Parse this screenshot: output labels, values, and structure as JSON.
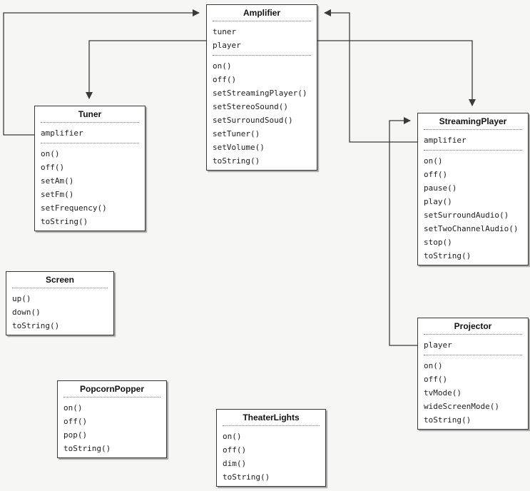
{
  "diagram": {
    "classes": [
      {
        "id": "amplifier",
        "name": "Amplifier",
        "attributes": [
          "tuner",
          "player"
        ],
        "methods": [
          "on()",
          "off()",
          "setStreamingPlayer()",
          "setStereoSound()",
          "setSurroundSoud()",
          "setTuner()",
          "setVolume()",
          "toString()"
        ]
      },
      {
        "id": "tuner",
        "name": "Tuner",
        "attributes": [
          "amplifier"
        ],
        "methods": [
          "on()",
          "off()",
          "setAm()",
          "setFm()",
          "setFrequency()",
          "toString()"
        ]
      },
      {
        "id": "streamingplayer",
        "name": "StreamingPlayer",
        "attributes": [
          "amplifier"
        ],
        "methods": [
          "on()",
          "off()",
          "pause()",
          "play()",
          "setSurroundAudio()",
          "setTwoChannelAudio()",
          "stop()",
          "toString()"
        ]
      },
      {
        "id": "screen",
        "name": "Screen",
        "attributes": [],
        "methods": [
          "up()",
          "down()",
          "toString()"
        ]
      },
      {
        "id": "projector",
        "name": "Projector",
        "attributes": [
          "player"
        ],
        "methods": [
          "on()",
          "off()",
          "tvMode()",
          "wideScreenMode()",
          "toString()"
        ]
      },
      {
        "id": "popcornpopper",
        "name": "PopcornPopper",
        "attributes": [],
        "methods": [
          "on()",
          "off()",
          "pop()",
          "toString()"
        ]
      },
      {
        "id": "theaterlights",
        "name": "TheaterLights",
        "attributes": [],
        "methods": [
          "on()",
          "off()",
          "dim()",
          "toString()"
        ]
      }
    ],
    "associations": [
      {
        "from": "tuner",
        "to": "amplifier",
        "via": "amplifier"
      },
      {
        "from": "amplifier",
        "to": "tuner",
        "via": "tuner"
      },
      {
        "from": "amplifier",
        "to": "streamingplayer",
        "via": "player"
      },
      {
        "from": "streamingplayer",
        "to": "amplifier",
        "via": "amplifier"
      },
      {
        "from": "projector",
        "to": "streamingplayer",
        "via": "player"
      }
    ]
  },
  "colors": {
    "line": "#3a3a3a",
    "box_bg": "#ffffff",
    "page_bg": "#f6f6f4"
  }
}
